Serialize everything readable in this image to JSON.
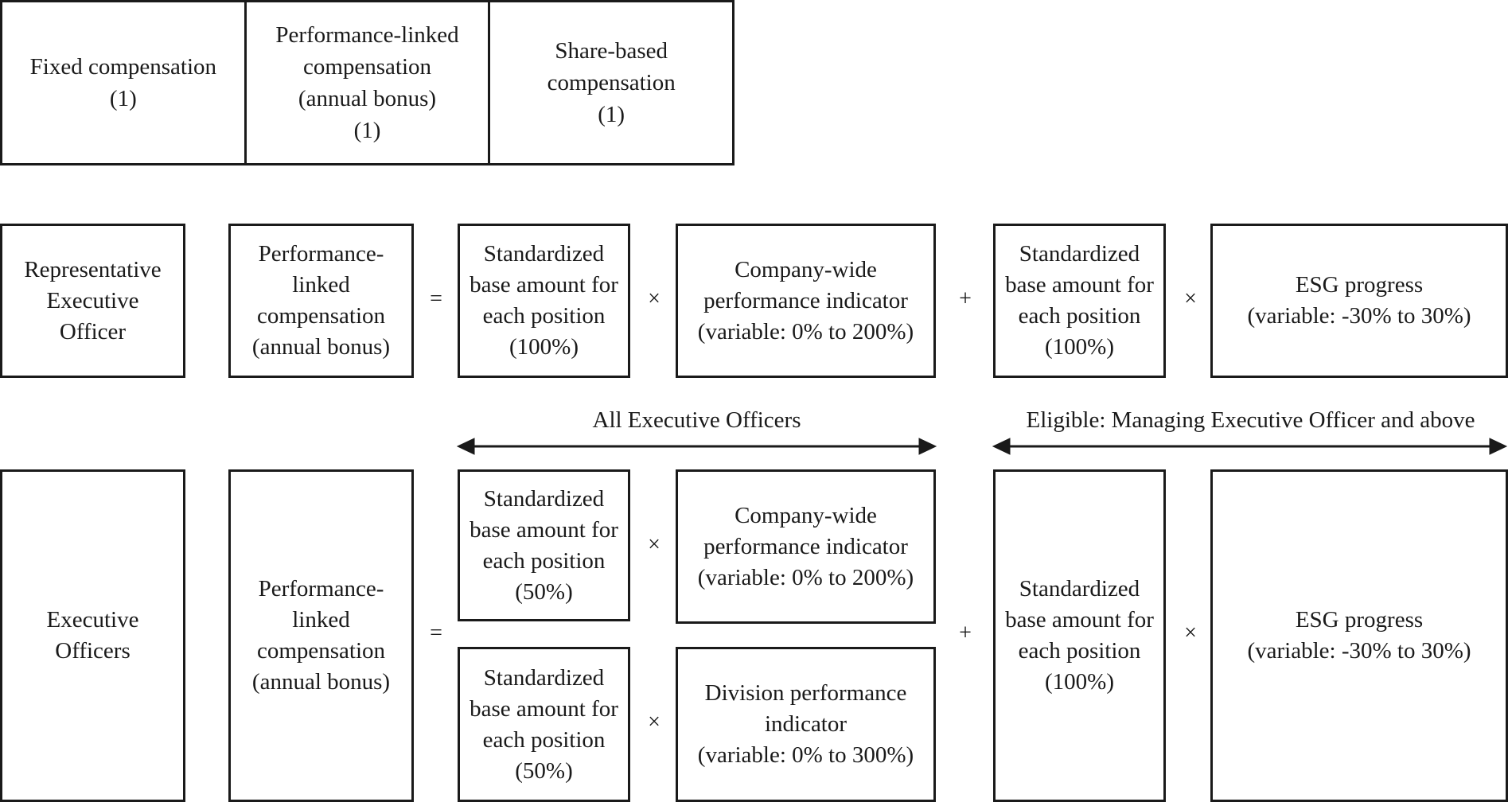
{
  "top_table": {
    "fixed": "Fixed compensation\n(1)",
    "performance": "Performance-linked\ncompensation\n(annual bonus)\n(1)",
    "share": "Share-based\ncompensation\n(1)"
  },
  "row_representative": {
    "role": "Representative\nExecutive\nOfficer",
    "result": "Performance-\nlinked\ncompensation\n(annual bonus)",
    "equals": "=",
    "base_1": "Standardized\nbase amount for\neach position\n(100%)",
    "times_1": "×",
    "company_indicator": "Company-wide\nperformance indicator\n(variable: 0% to 200%)",
    "plus": "+",
    "base_2": "Standardized\nbase amount for\neach position\n(100%)",
    "times_2": "×",
    "esg": "ESG progress\n(variable: -30% to 30%)"
  },
  "scope_labels": {
    "all_officers": "All Executive Officers",
    "eligible": "Eligible: Managing Executive Officer and above"
  },
  "row_officers": {
    "role": "Executive\nOfficers",
    "result": "Performance-\nlinked\ncompensation\n(annual bonus)",
    "equals": "=",
    "base_company": "Standardized\nbase amount for\neach position\n(50%)",
    "times_company": "×",
    "company_indicator": "Company-wide\nperformance indicator\n(variable: 0% to 200%)",
    "base_division": "Standardized\nbase amount for\neach position\n(50%)",
    "times_division": "×",
    "division_indicator": "Division performance\nindicator\n(variable: 0% to 300%)",
    "plus": "+",
    "base_esg": "Standardized\nbase amount for\neach position\n(100%)",
    "times_esg": "×",
    "esg": "ESG progress\n(variable: -30% to 30%)"
  }
}
